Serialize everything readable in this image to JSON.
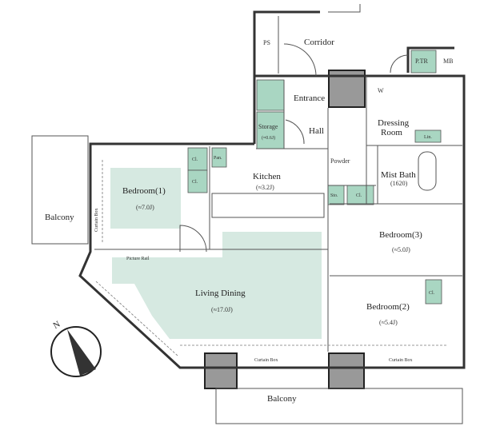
{
  "rooms": {
    "corridor": "Corridor",
    "ps": "PS",
    "ptr": "P.TR",
    "mb": "MB",
    "entrance": "Entrance",
    "storage": "Storage",
    "storage_area": "(≈0.6J)",
    "hall": "Hall",
    "dressing": "Dressing",
    "dressing2": "Room",
    "w": "W",
    "lin": "Lin.",
    "kitchen": "Kitchen",
    "kitchen_area": "(≈3.2J)",
    "powder": "Powder",
    "mist_bath": "Mist Bath",
    "mist_bath_size": "(1620)",
    "bedroom1": "Bedroom(1)",
    "bedroom1_area": "(≈7.0J)",
    "balcony_left": "Balcony",
    "picture_rail": "Picture Rail",
    "living": "Living Dining",
    "living_area": "(≈17.0J)",
    "bedroom3": "Bedroom(3)",
    "bedroom3_area": "(≈5.0J)",
    "bedroom2": "Bedroom(2)",
    "bedroom2_area": "(≈5.4J)",
    "curtain_box_left": "Curtain Box",
    "curtain_box_bottom": "Curtain Box",
    "curtain_box_right": "Curtain Box",
    "balcony_bottom": "Balcony",
    "cl": "Cl.",
    "sto": "Sto.",
    "pan": "Pan."
  },
  "compass": {
    "north": "N"
  },
  "colors": {
    "room_fill": "#d6e9e1",
    "cabinet": "#a9d6c2",
    "pillar": "#999999"
  }
}
